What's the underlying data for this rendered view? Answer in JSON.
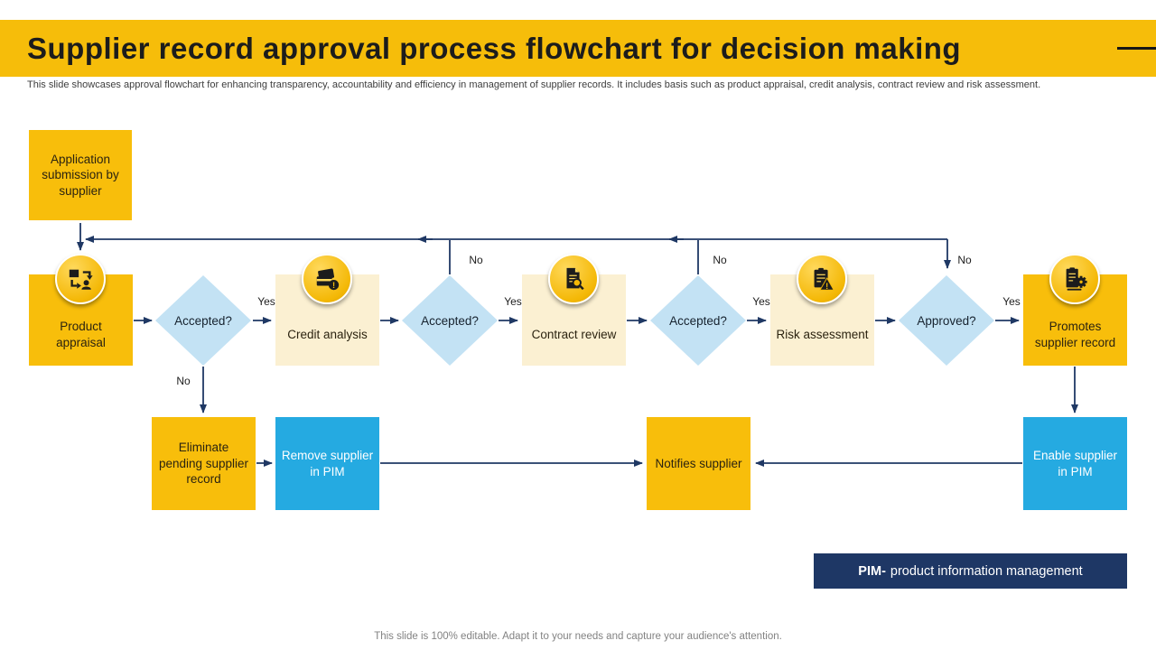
{
  "slide": {
    "title": "Supplier record approval process flowchart for decision making",
    "subtitle": "This slide showcases approval flowchart for enhancing transparency, accountability and efficiency in management of supplier records. It includes basis such as product appraisal, credit analysis, contract review and risk assessment.",
    "footer": "This slide is 100% editable. Adapt it to your needs and capture your audience's attention."
  },
  "colors": {
    "accent_yellow": "#F8BE0B",
    "cream": "#FBF0D2",
    "process_blue": "#25AAE1",
    "diamond_blue": "#C3E2F4",
    "navy": "#1F3864"
  },
  "flowchart": {
    "start": {
      "label": "Application submission by supplier"
    },
    "process_nodes": [
      {
        "label": "Product appraisal",
        "icon": "product-exchange-icon",
        "style": "yellow"
      },
      {
        "label": "Credit analysis",
        "icon": "credit-card-alert-icon",
        "style": "cream"
      },
      {
        "label": "Contract review",
        "icon": "document-search-icon",
        "style": "cream"
      },
      {
        "label": "Risk assessment",
        "icon": "checklist-warning-icon",
        "style": "cream"
      },
      {
        "label": "Promotes supplier record",
        "icon": "clipboard-gear-icon",
        "style": "yellow"
      }
    ],
    "decisions": [
      {
        "label": "Accepted?",
        "yes": "Yes",
        "no": "No"
      },
      {
        "label": "Accepted?",
        "yes": "Yes",
        "no": "No"
      },
      {
        "label": "Accepted?",
        "yes": "Yes",
        "no": "No"
      },
      {
        "label": "Approved?",
        "yes": "Yes",
        "no": "No"
      }
    ],
    "bottom_nodes": [
      {
        "label": "Eliminate pending supplier record",
        "style": "yellow"
      },
      {
        "label": "Remove supplier in PIM",
        "style": "blue"
      },
      {
        "label": "Notifies supplier",
        "style": "yellow"
      },
      {
        "label": "Enable supplier in PIM",
        "style": "blue"
      }
    ],
    "legend": {
      "abbr": "PIM-",
      "text": "product information management"
    }
  }
}
